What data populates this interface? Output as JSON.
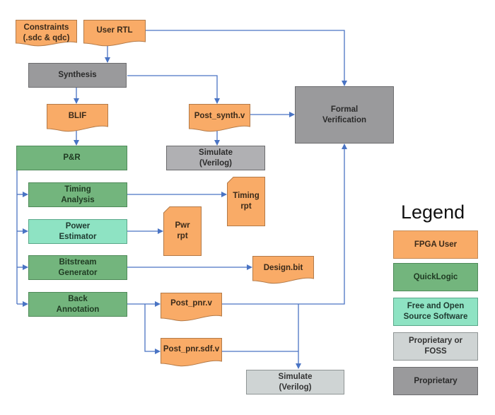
{
  "colors": {
    "fpga_user": "#f9ab67",
    "quicklogic": "#73b57d",
    "foss": "#8ee3c3",
    "proprietary_or_foss": "#cfd4d4",
    "proprietary": "#9a9a9c",
    "arrow": "#4a74c4"
  },
  "nodes": {
    "constraints": "Constraints\n(.sdc & qdc)",
    "user_rtl": "User RTL",
    "synthesis": "Synthesis",
    "blif": "BLIF",
    "post_synth": "Post_synth.v",
    "formal": "Formal\nVerification",
    "simulate_synth": "Simulate\n(Verilog)",
    "pnr": "P&R",
    "timing_analysis": "Timing\nAnalysis",
    "timing_rpt": "Timing\nrpt",
    "power_estimator": "Power\nEstimator",
    "pwr_rpt": "Pwr\nrpt",
    "bitstream": "Bitstream\nGenerator",
    "design_bit": "Design.bit",
    "back_annotation": "Back\nAnnotation",
    "post_pnr": "Post_pnr.v",
    "post_pnr_sdf": "Post_pnr.sdf.v",
    "simulate_pnr": "Simulate\n(Verilog)"
  },
  "legend": {
    "title": "Legend",
    "items": [
      {
        "label": "FPGA User",
        "category": "fpga_user"
      },
      {
        "label": "QuickLogic",
        "category": "quicklogic"
      },
      {
        "label": "Free and Open\nSource Software",
        "category": "foss"
      },
      {
        "label": "Proprietary or\nFOSS",
        "category": "proprietary_or_foss"
      },
      {
        "label": "Proprietary",
        "category": "proprietary"
      }
    ]
  },
  "edges": [
    [
      "user_rtl",
      "synthesis"
    ],
    [
      "user_rtl",
      "formal"
    ],
    [
      "synthesis",
      "blif"
    ],
    [
      "synthesis",
      "post_synth"
    ],
    [
      "post_synth",
      "formal"
    ],
    [
      "post_synth",
      "simulate_synth"
    ],
    [
      "blif",
      "pnr"
    ],
    [
      "pnr",
      "timing_analysis"
    ],
    [
      "pnr",
      "power_estimator"
    ],
    [
      "pnr",
      "bitstream"
    ],
    [
      "pnr",
      "back_annotation"
    ],
    [
      "timing_analysis",
      "timing_rpt"
    ],
    [
      "power_estimator",
      "pwr_rpt"
    ],
    [
      "bitstream",
      "design_bit"
    ],
    [
      "back_annotation",
      "post_pnr"
    ],
    [
      "back_annotation",
      "post_pnr_sdf"
    ],
    [
      "post_pnr",
      "formal"
    ],
    [
      "post_pnr",
      "simulate_pnr"
    ],
    [
      "post_pnr_sdf",
      "simulate_pnr"
    ]
  ]
}
